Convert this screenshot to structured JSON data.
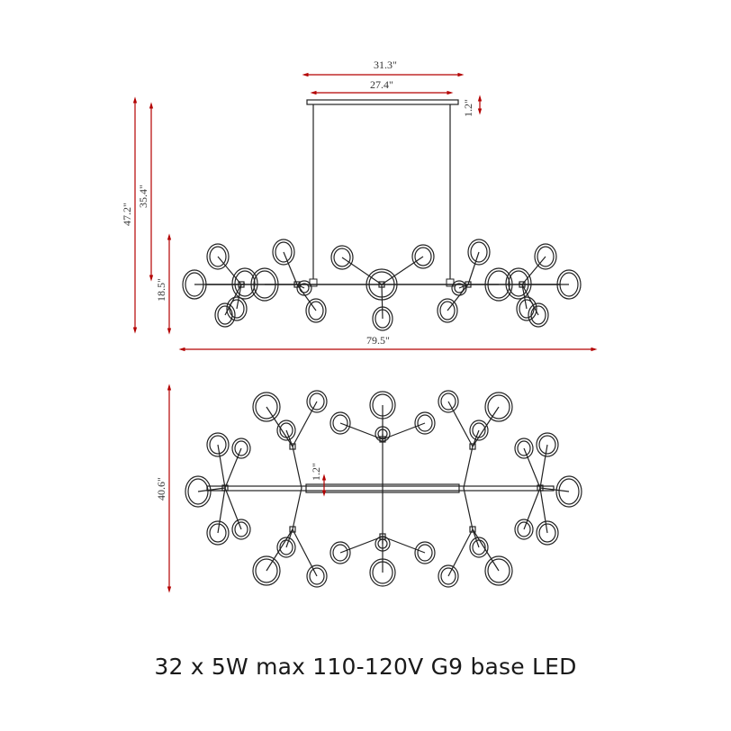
{
  "dimensions": {
    "canopy_width": "31.3\"",
    "rod_spacing": "27.4\"",
    "canopy_height": "1.2\"",
    "overall_height": "47.2\"",
    "adjustable_height": "35.4\"",
    "fixture_height": "18.5\"",
    "fixture_length": "79.5\"",
    "fixture_depth": "40.6\"",
    "bar_height": "1.2\""
  },
  "caption": "32 x 5W max 110-120V G9 base LED",
  "colors": {
    "dimension_line": "#b30000",
    "drawing_line": "#222222",
    "text": "#333333"
  }
}
